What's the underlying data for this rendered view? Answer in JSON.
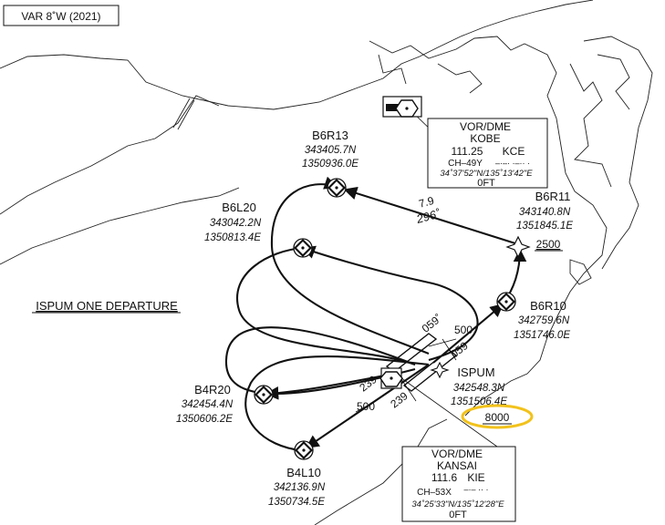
{
  "variation": "VAR 8˚W (2021)",
  "procedure_name": "ISPUM ONE DEPARTURE",
  "waypoints": [
    {
      "id": "b6r13",
      "name": "B6R13",
      "lat": "343405.7N",
      "lon": "1350936.0E"
    },
    {
      "id": "b6l20",
      "name": "B6L20",
      "lat": "343042.2N",
      "lon": "1350813.4E"
    },
    {
      "id": "b6r11",
      "name": "B6R11",
      "lat": "343140.8N",
      "lon": "1351845.1E",
      "altitude": "2500"
    },
    {
      "id": "b6r10",
      "name": "B6R10",
      "lat": "342759.6N",
      "lon": "1351746.0E"
    },
    {
      "id": "ispum",
      "name": "ISPUM",
      "lat": "342548.3N",
      "lon": "1351506.4E",
      "altitude": "8000"
    },
    {
      "id": "b4r20",
      "name": "B4R20",
      "lat": "342454.4N",
      "lon": "1350606.2E"
    },
    {
      "id": "b4l10",
      "name": "B4L10",
      "lat": "342136.9N",
      "lon": "1350734.5E"
    }
  ],
  "leg_b6r11_b6r13": {
    "distance": "7.9",
    "course": "296˚"
  },
  "runway_labels": {
    "rwy_a_heading_ne": "059˚",
    "rwy_b_heading_ne": "059",
    "rwy_a_heading_sw": "239",
    "rwy_b_heading_sw": "239",
    "alt_a": "500",
    "alt_b": "500"
  },
  "navaid_kobe": {
    "type": "VOR/DME",
    "name": "KOBE",
    "freq": "111.25",
    "ident": "KCE",
    "channel": "CH–49Y",
    "morse": "–·–· ·–·· ·",
    "coords": "34˚37'52\"N/135˚13'42\"E",
    "elev": "0FT"
  },
  "navaid_kansai": {
    "type": "VOR/DME",
    "name": "KANSAI",
    "freq": "111.6",
    "ident": "KIE",
    "channel": "CH–53X",
    "morse": "–·– ·· ·",
    "coords": "34˚25'33\"N/135˚12'28\"E",
    "elev": "0FT"
  },
  "colors": {
    "line": "#111111",
    "highlight": "#f2c21b"
  }
}
